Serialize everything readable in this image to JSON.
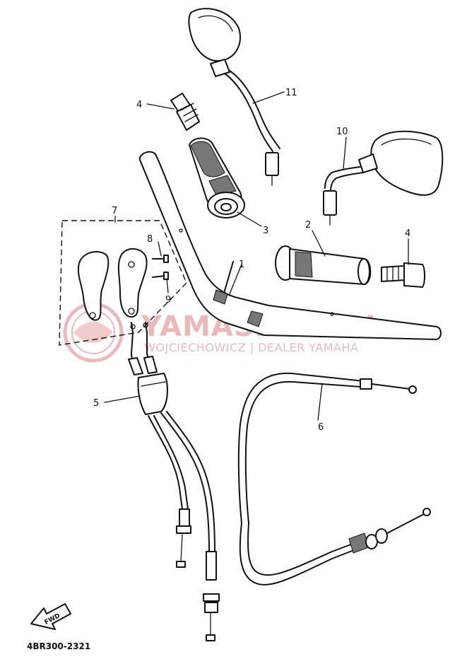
{
  "callouts": {
    "c1": "1",
    "c2": "2",
    "c3": "3",
    "c4a": "4",
    "c4b": "4",
    "c5": "5",
    "c6": "6",
    "c7": "7",
    "c8": "8",
    "c9": "9",
    "c10": "10",
    "c11": "11"
  },
  "fwd_label": "FWD",
  "diagram_code": "4BR300-2321",
  "watermark": {
    "title": "YAMASKLEP.PL",
    "subtitle": "WOJCIECHOWICZ | DEALER YAMAHA",
    "color": "#ebb9b9"
  }
}
